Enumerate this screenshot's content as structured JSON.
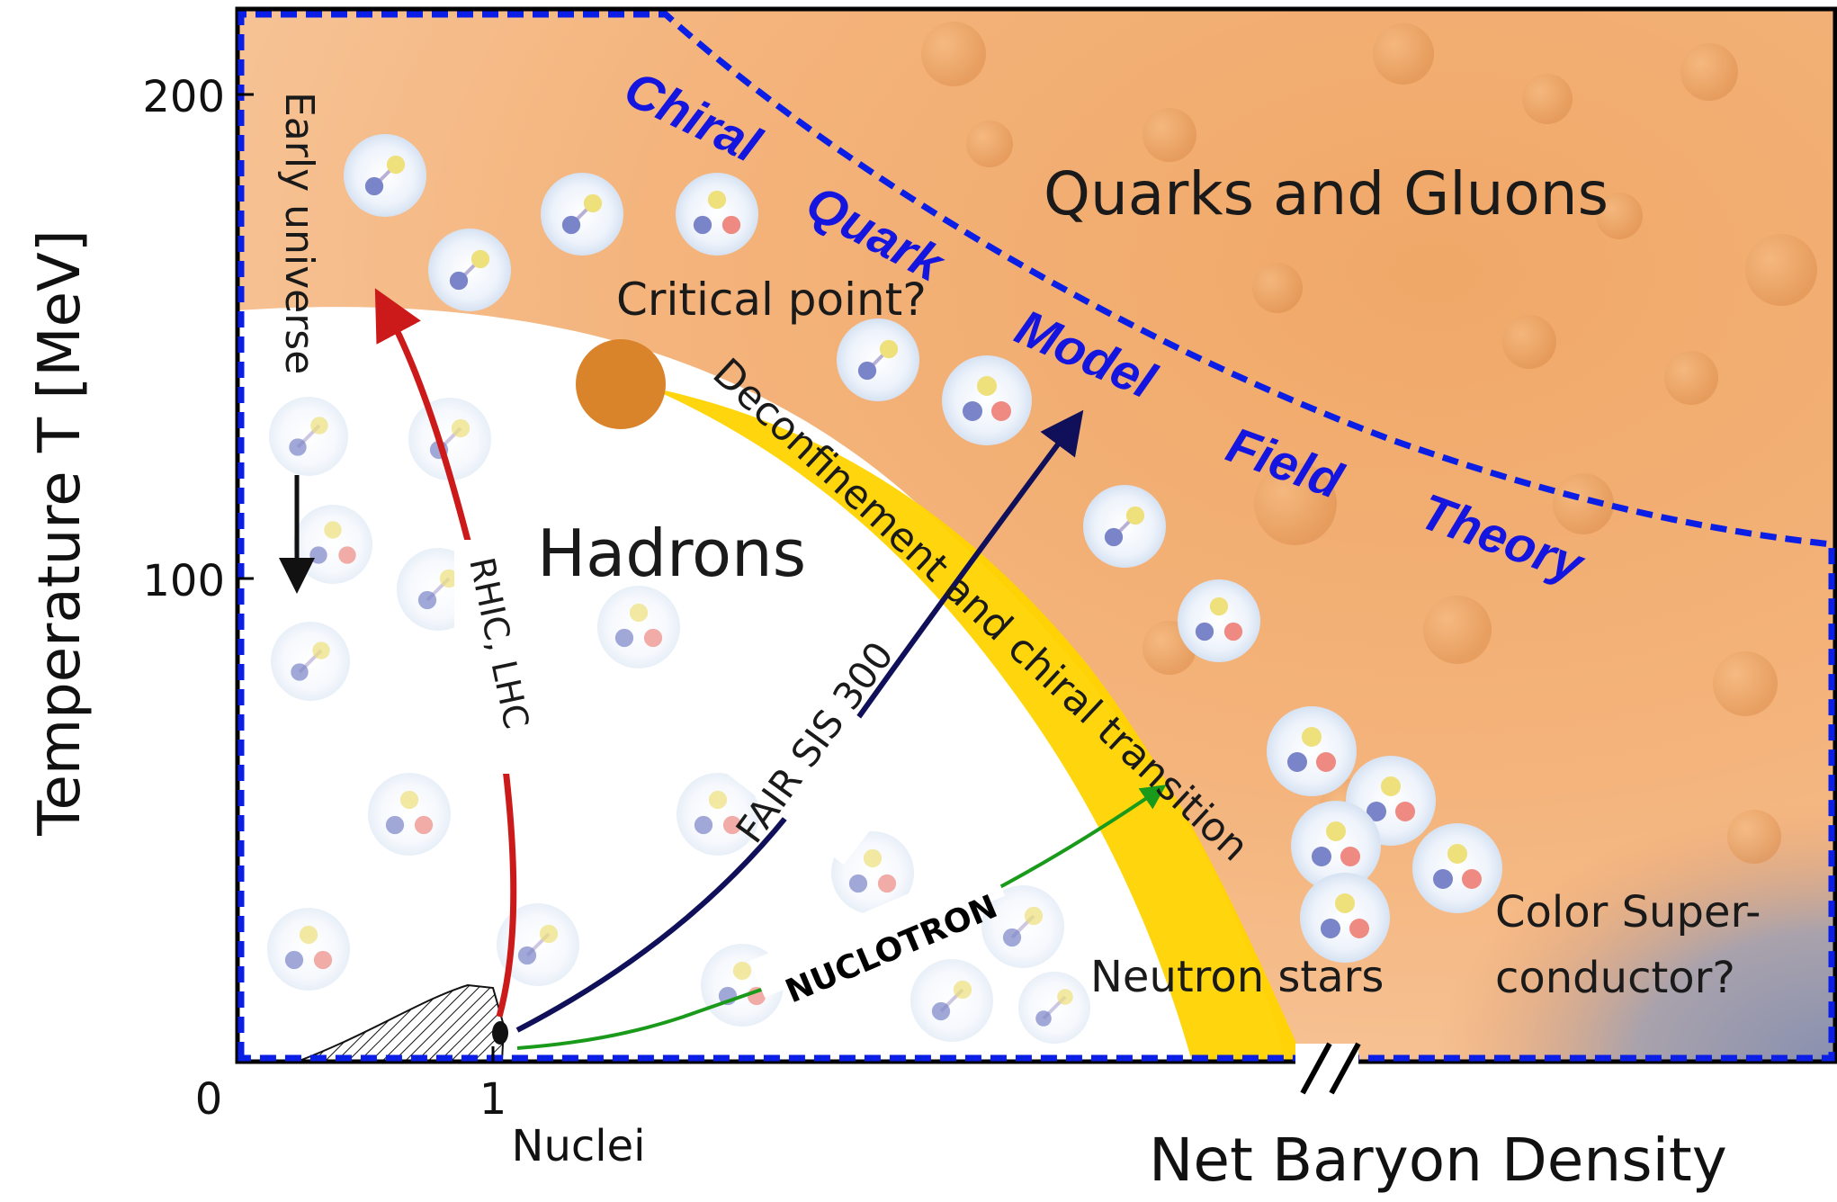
{
  "axes": {
    "y_label": "Temperature T [MeV]",
    "x_label": "Net Baryon Density",
    "y_ticks": [
      "200",
      "100",
      "0"
    ],
    "x_ticks": [
      "1"
    ],
    "x_tick_caption": "Nuclei"
  },
  "regions": {
    "qgp": "Quarks and Gluons",
    "hadrons": "Hadrons",
    "critical_point": "Critical point?",
    "transition": "Deconfinement and chiral transition",
    "neutron_stars": "Neutron stars",
    "color_sc_line1": "Color Super-",
    "color_sc_line2": "conductor?"
  },
  "paths": {
    "early_universe": "Early universe",
    "rhic_lhc": "RHIC, LHC",
    "fair": "FAIR SIS 300",
    "nuclotron": "NUCLOTRON"
  },
  "model_words": [
    "Chiral",
    "Quark",
    "Model",
    "Field",
    "Theory"
  ],
  "colors": {
    "qgp_orange": "#f0a060",
    "transition_yellow": "#ffd400",
    "critical_point": "#d9842a",
    "boundary_dash": "#0a1ee6",
    "model_text": "#1515e0",
    "rhic_arrow": "#cc1a1a",
    "fair_arrow": "#10105a",
    "nuclotron_arrow": "#1a9a1a",
    "superconductor": "#8890b0"
  }
}
